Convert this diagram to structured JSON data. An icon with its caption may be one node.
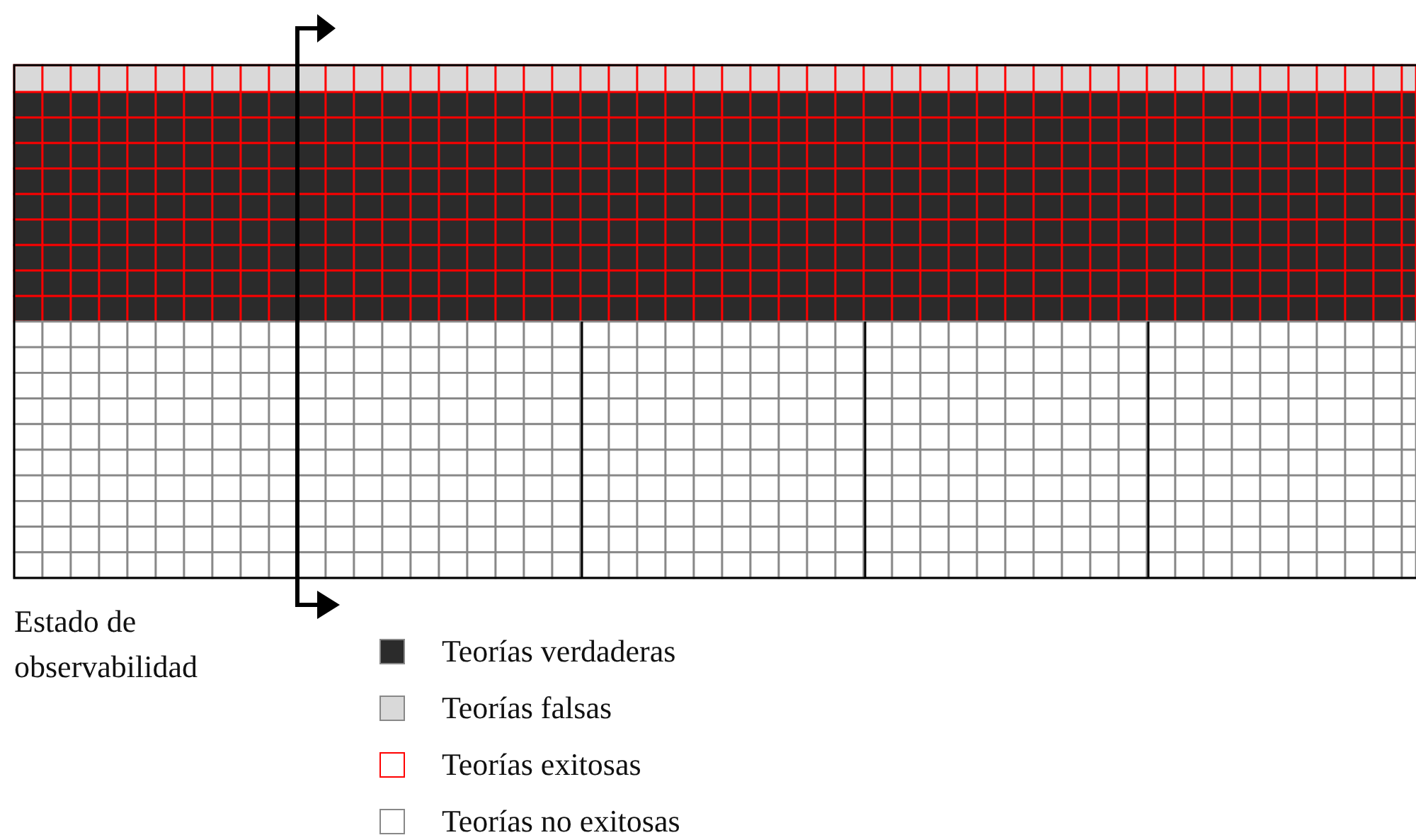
{
  "diagram": {
    "labels": [
      "Estado de observabilidad"
    ],
    "legend": [
      {
        "text": "Teorías verdaderas",
        "color": "#2b2b2b"
      },
      {
        "text": "Teorías falsas",
        "color": "#d9d9d9"
      },
      {
        "text": "Teorías exitosas",
        "color": "#ff0000"
      },
      {
        "text": "Teorías no exitosas",
        "color": "#ffffff"
      }
    ]
  }
}
